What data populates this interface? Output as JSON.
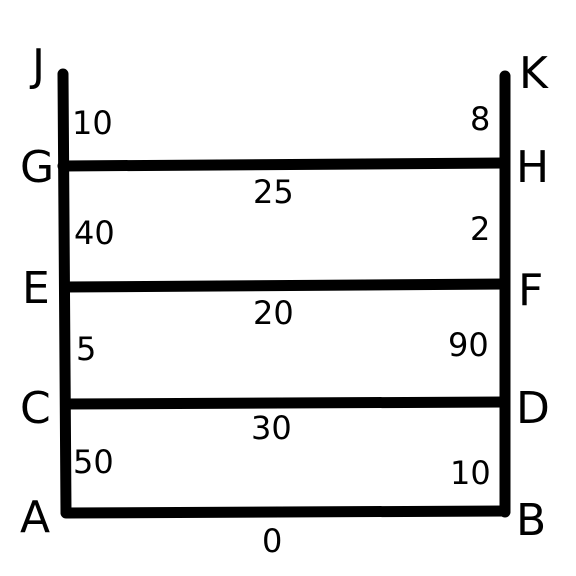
{
  "nodes": {
    "J": "J",
    "K": "K",
    "G": "G",
    "H": "H",
    "E": "E",
    "F": "F",
    "C": "C",
    "D": "D",
    "A": "A",
    "B": "B"
  },
  "weights": {
    "JG": "10",
    "KH": "8",
    "GH": "25",
    "GE": "40",
    "HF": "2",
    "EF": "20",
    "EC": "5",
    "FD": "90",
    "CD": "30",
    "CA": "50",
    "DB": "10",
    "AB": "0"
  }
}
